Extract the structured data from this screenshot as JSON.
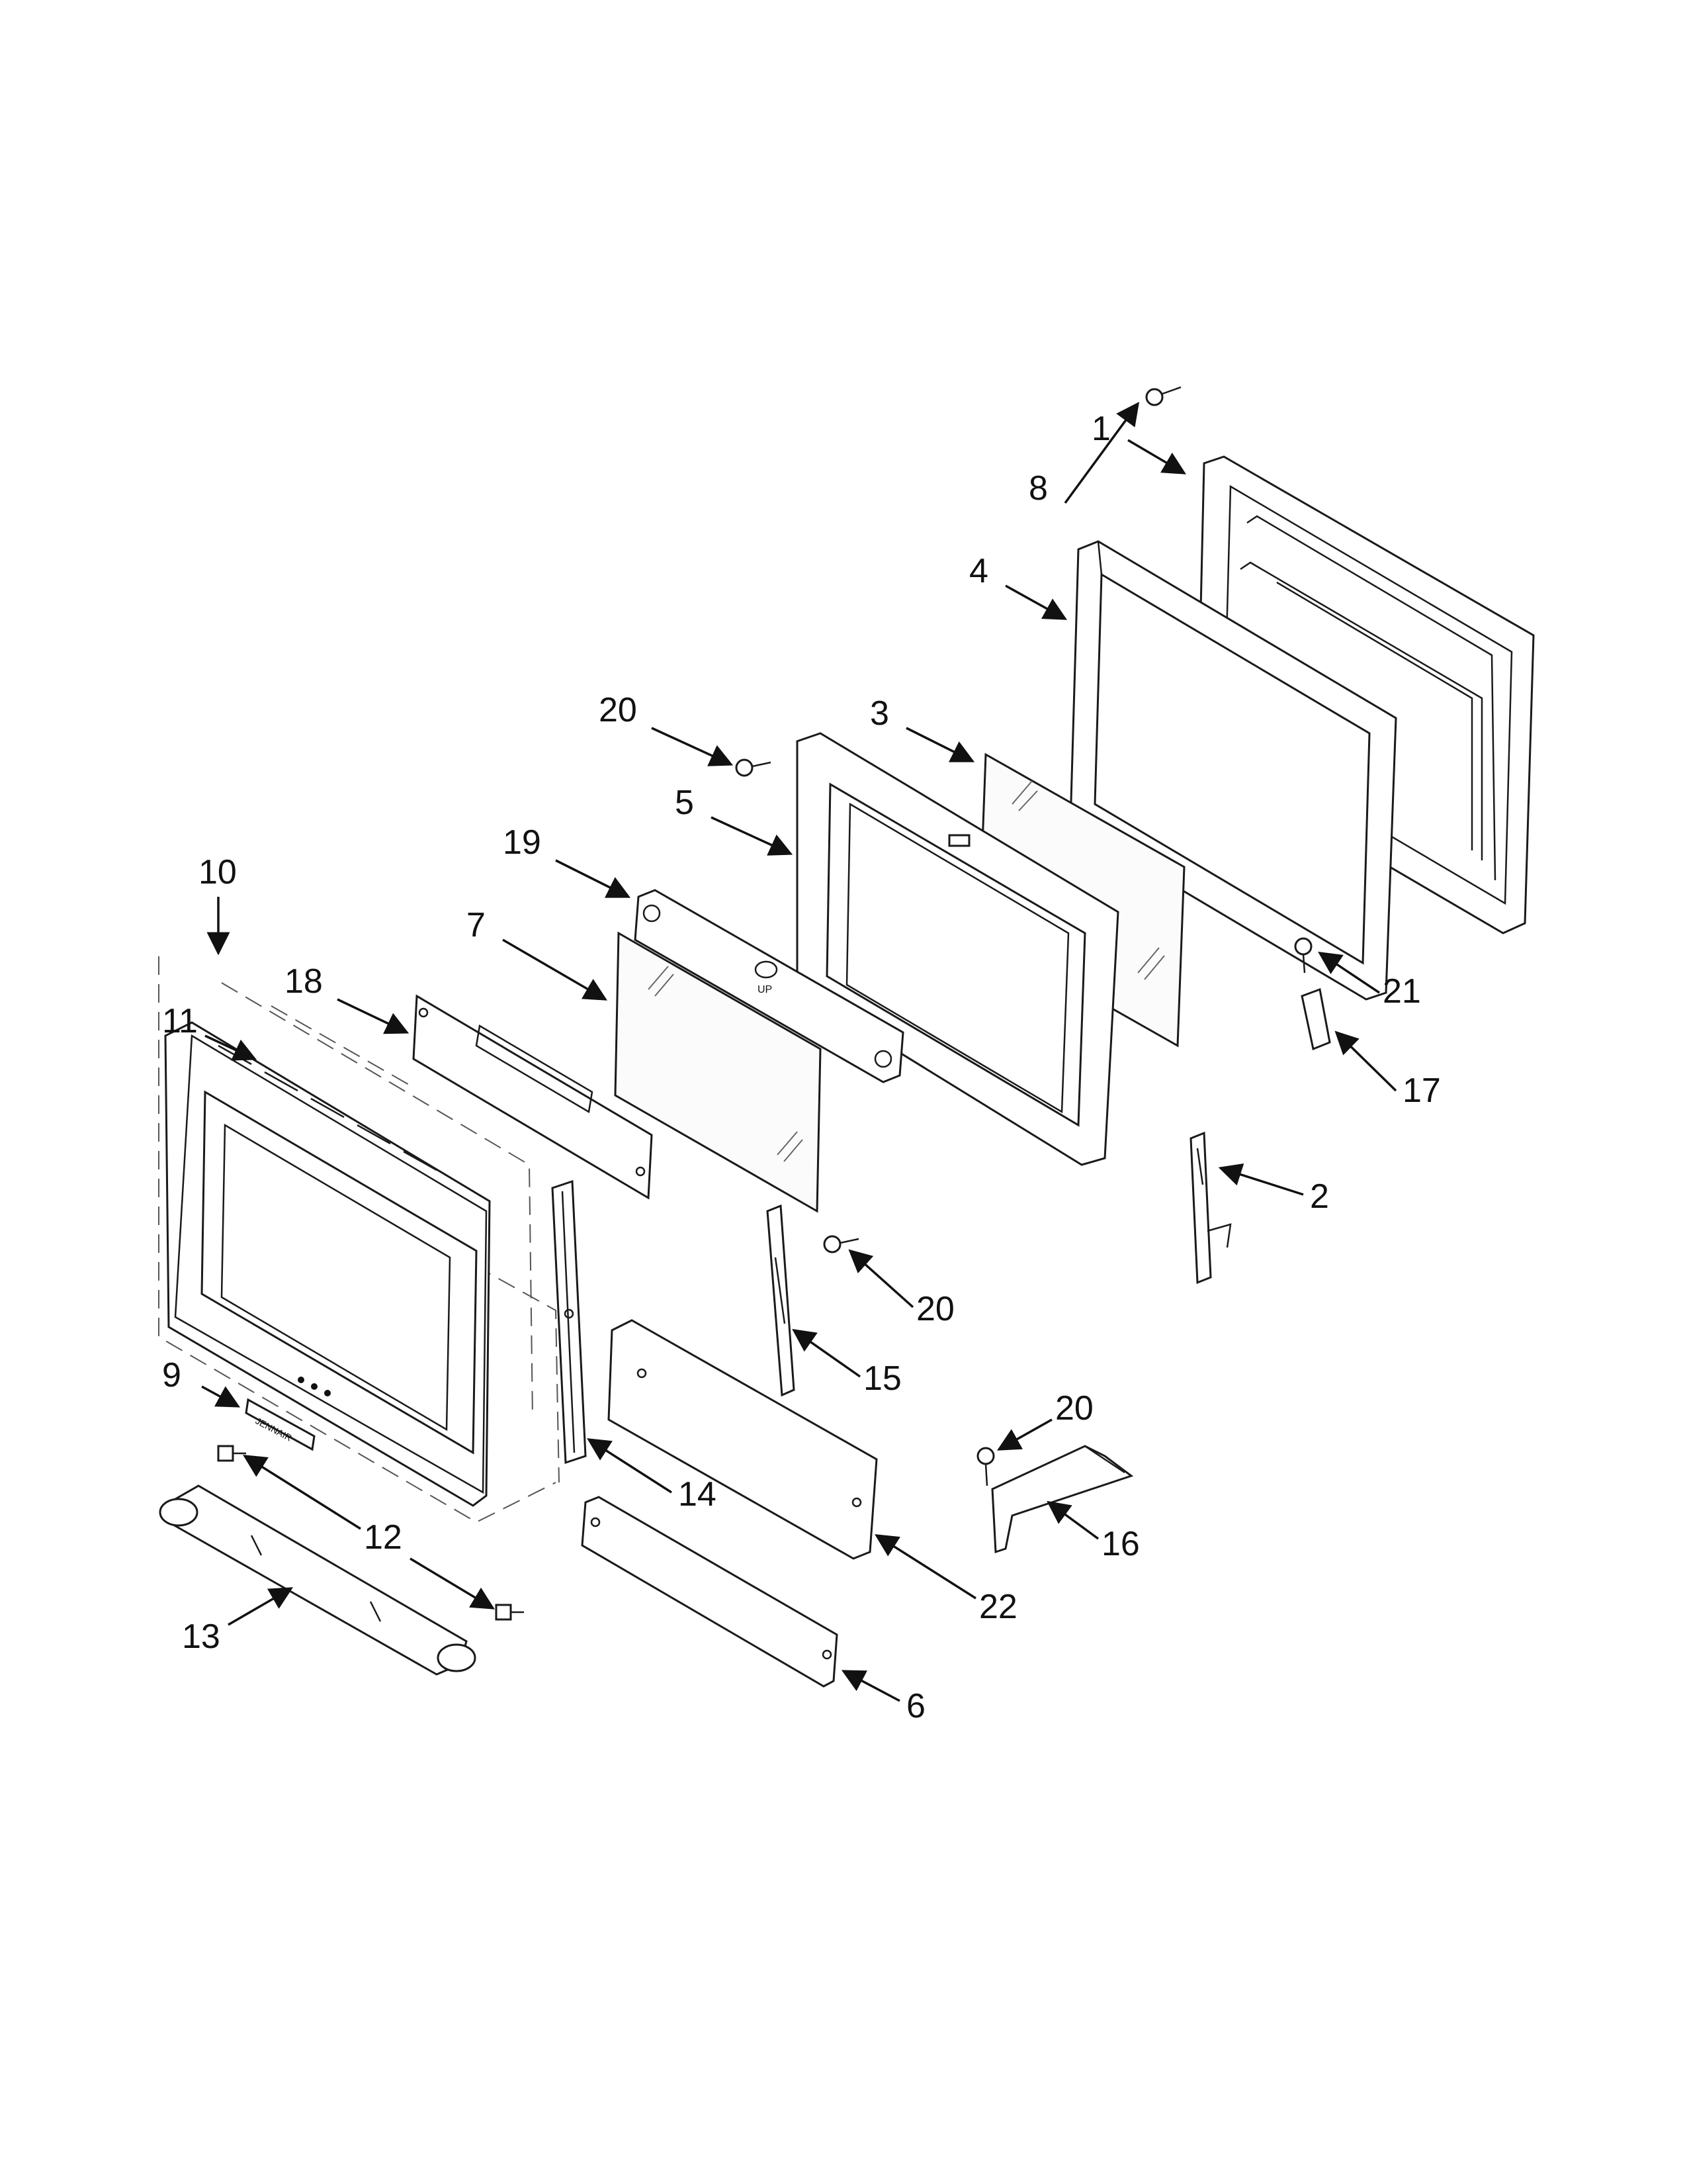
{
  "diagram": {
    "type": "exploded parts diagram",
    "callouts": [
      "1",
      "2",
      "3",
      "4",
      "5",
      "6",
      "7",
      "8",
      "9",
      "10",
      "11",
      "12",
      "13",
      "14",
      "15",
      "16",
      "17",
      "18",
      "19",
      "20",
      "20",
      "20",
      "21",
      "22"
    ],
    "nameplate_text": "JENNAIR",
    "window_stamp_text": "UP"
  }
}
